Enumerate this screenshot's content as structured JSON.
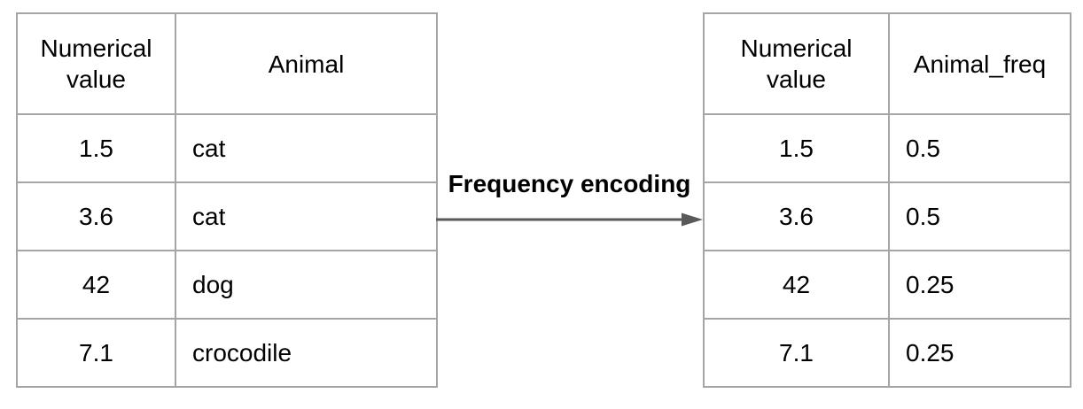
{
  "colors": {
    "background": "#ffffff",
    "border": "#a5a5a5",
    "arrow": "#595959",
    "text": "#000000"
  },
  "arrow": {
    "label": "Frequency encoding"
  },
  "left_table": {
    "headers": {
      "numerical": "Numerical value",
      "animal": "Animal"
    },
    "rows": [
      {
        "value": "1.5",
        "animal": "cat"
      },
      {
        "value": "3.6",
        "animal": "cat"
      },
      {
        "value": "42",
        "animal": "dog"
      },
      {
        "value": "7.1",
        "animal": "crocodile"
      }
    ]
  },
  "right_table": {
    "headers": {
      "numerical": "Numerical value",
      "freq": "Animal_freq"
    },
    "rows": [
      {
        "value": "1.5",
        "freq": "0.5"
      },
      {
        "value": "3.6",
        "freq": "0.5"
      },
      {
        "value": "42",
        "freq": "0.25"
      },
      {
        "value": "7.1",
        "freq": "0.25"
      }
    ]
  }
}
